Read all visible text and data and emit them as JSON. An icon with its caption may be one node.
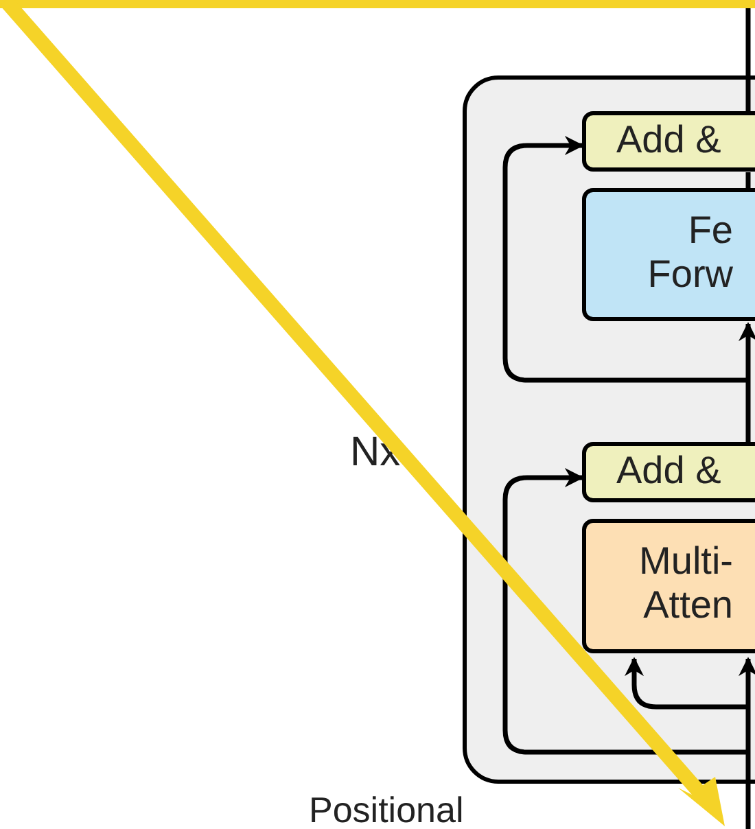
{
  "diagram": {
    "nodes": [
      {
        "text": [],
        "shape": "box",
        "beside": [
          "Nx"
        ]
      },
      {
        "text": [
          "Add &"
        ],
        "in": 0
      },
      {
        "text": [
          "Fe Forw"
        ],
        "in": 0
      },
      {
        "text": [
          "Add &"
        ],
        "in": 0
      },
      {
        "text": [
          "Multi- Atten"
        ],
        "in": 0
      }
    ],
    "edges": [
      {
        "from": 1,
        "to": null,
        "arrow": "none"
      },
      {
        "from": 2,
        "to": 1,
        "arrow": "none"
      },
      {
        "from": null,
        "to": 1,
        "arrow": "to"
      },
      {
        "from": 3,
        "to": 2,
        "arrow": "to"
      },
      {
        "from": null,
        "to": 3,
        "arrow": "to"
      },
      {
        "from": null,
        "to": 4,
        "arrow": "to"
      },
      {
        "from": null,
        "to": 4,
        "arrow": "to"
      }
    ],
    "labels": [
      "Positional"
    ]
  }
}
